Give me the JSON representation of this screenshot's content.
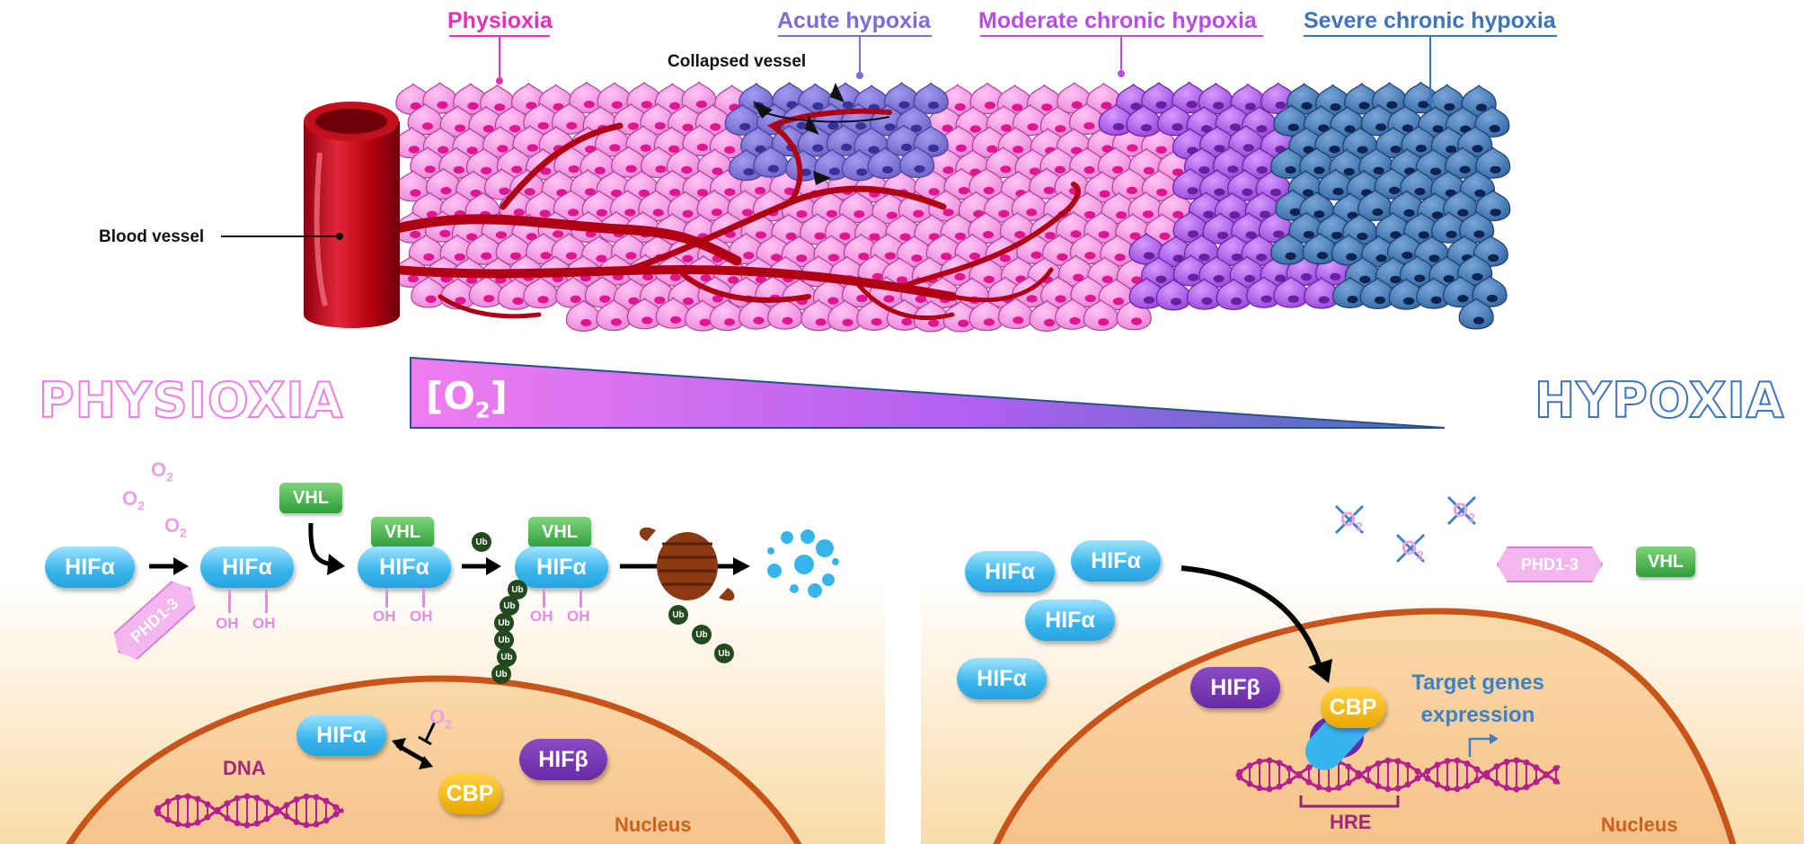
{
  "top_labels": {
    "physioxia": "Physioxia",
    "acute_hypoxia": "Acute hypoxia",
    "moderate_chronic_hypoxia": "Moderate chronic hypoxia",
    "severe_chronic_hypoxia": "Severe chronic hypoxia",
    "collapsed_vessel": "Collapsed vessel",
    "blood_vessel": "Blood vessel"
  },
  "gradient": {
    "left_word": "PHYSIOXIA",
    "right_word": "HYPOXIA",
    "o2_text": "[O",
    "o2_sub": "2",
    "o2_close": "]"
  },
  "physioxia_panel": {
    "o2": "O",
    "o2_sub": "2",
    "hif_alpha": "HIFα",
    "hif_beta": "HIFβ",
    "vhl": "VHL",
    "phd": "PHD1-3",
    "oh": "OH",
    "ub": "Ub",
    "cbp": "CBP",
    "dna": "DNA",
    "nucleus": "Nucleus"
  },
  "hypoxia_panel": {
    "hif_alpha": "HIFα",
    "hif_beta": "HIFβ",
    "phd": "PHD1-3",
    "vhl": "VHL",
    "cbp": "CBP",
    "target_line1": "Target genes",
    "target_line2": "expression",
    "hre": "HRE",
    "nucleus": "Nucleus",
    "o2": "O",
    "o2_sub": "2"
  },
  "colors": {
    "physioxia": "#ea2fb8",
    "acute": "#7b6cd6",
    "moderate": "#b64ee6",
    "severe": "#3f74b8",
    "vessel": "#b5000e",
    "hif_alpha": "#37b4ec",
    "hif_beta": "#6a2aa6",
    "cbp": "#f0b400",
    "vhl": "#3aa845"
  }
}
